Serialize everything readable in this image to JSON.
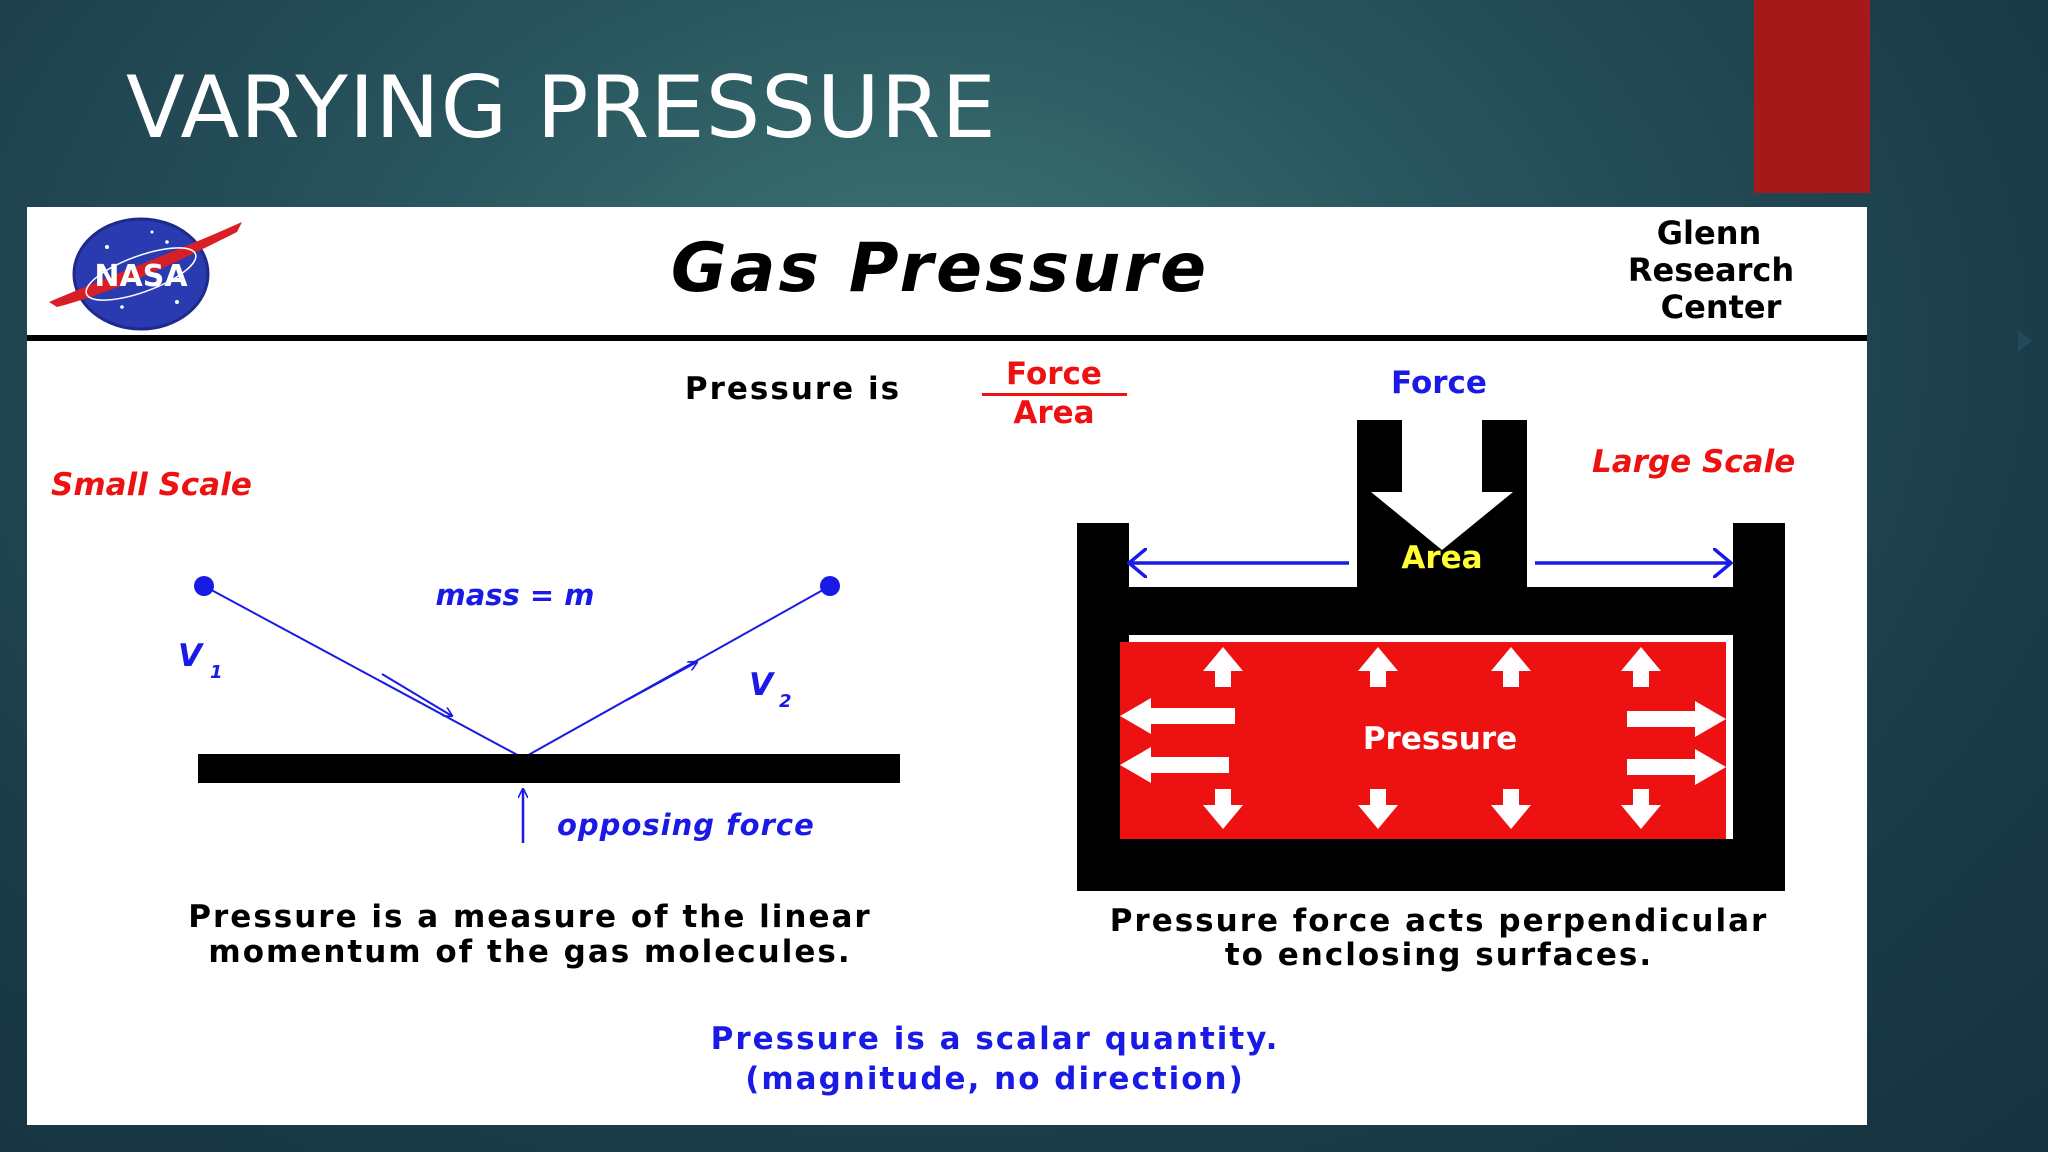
{
  "slide": {
    "title": "VARYING PRESSURE"
  },
  "figure": {
    "logo_text": "NASA",
    "header_title": "Gas Pressure",
    "center_line1": "Glenn",
    "center_line2": "Research",
    "center_line3": "Center",
    "formula_prefix": "Pressure is",
    "formula_numerator": "Force",
    "formula_denominator": "Area",
    "small_scale": {
      "label": "Small Scale",
      "mass_label": "mass = m",
      "v1": "V",
      "v1_sub": "1",
      "v2": "V",
      "v2_sub": "2",
      "opposing_label": "opposing force",
      "caption_line1": "Pressure is a measure of the linear",
      "caption_line2": "momentum of the gas molecules."
    },
    "large_scale": {
      "label": "Large Scale",
      "force_label": "Force",
      "area_label": "Area",
      "pressure_label": "Pressure",
      "caption_line1": "Pressure force acts perpendicular",
      "caption_line2": "to enclosing surfaces."
    },
    "footer_line1": "Pressure is a scalar quantity.",
    "footer_line2": "(magnitude, no direction)"
  },
  "colors": {
    "accent_red": "#a5191b",
    "figure_red": "#ee1111",
    "figure_blue": "#1a1ae6",
    "area_yellow": "#ffff33"
  }
}
